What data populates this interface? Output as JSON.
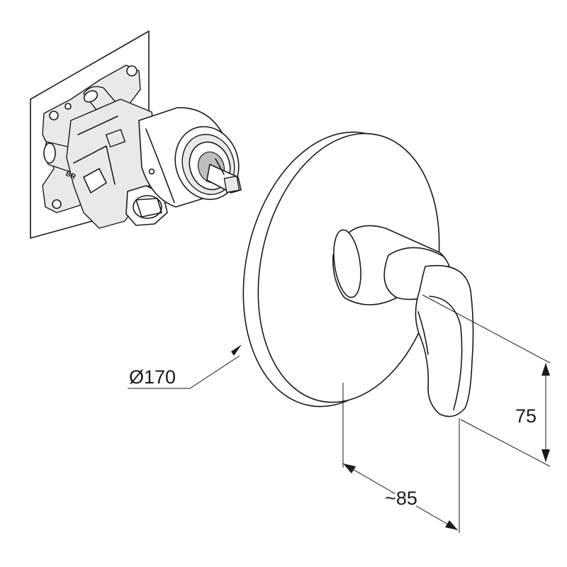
{
  "dimensions": {
    "diameter_label": "Ø170",
    "height_label": "75",
    "depth_label": "~85"
  },
  "valve_marking": "BR"
}
